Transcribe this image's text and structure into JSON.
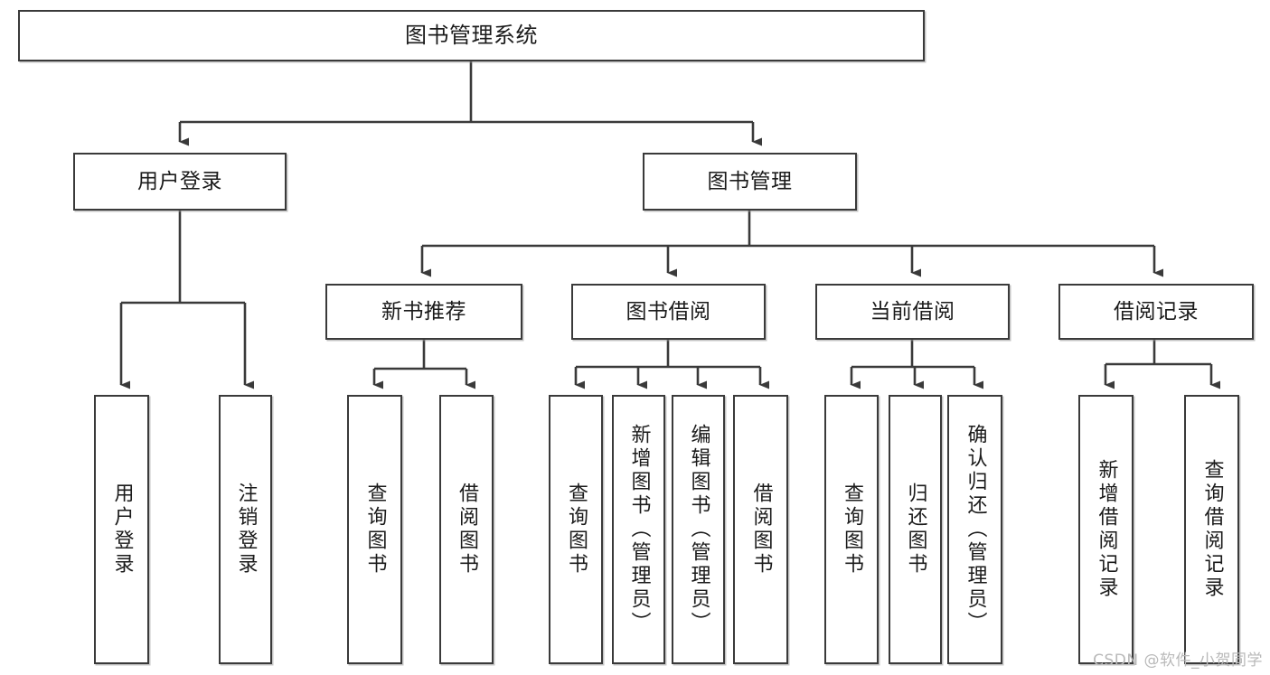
{
  "diagram": {
    "title": "图书管理系统",
    "type": "hierarchy-tree",
    "watermark": "CSDN @软件_小贺同学",
    "colors": {
      "box_border": "#3a3a3a",
      "box_fill": "#ffffff",
      "edge": "#3a3a3a",
      "text": "#1b1b1b",
      "watermark": "#b9b9b9"
    },
    "nodes": {
      "root": {
        "label": "图书管理系统",
        "level": 1
      },
      "login": {
        "label": "用户登录",
        "level": 2
      },
      "book_mgmt": {
        "label": "图书管理",
        "level": 2
      },
      "new_book_rec": {
        "label": "新书推荐",
        "level": 3
      },
      "book_borrow": {
        "label": "图书借阅",
        "level": 3
      },
      "current_borrow": {
        "label": "当前借阅",
        "level": 3
      },
      "borrow_record": {
        "label": "借阅记录",
        "level": 3
      }
    },
    "leaves": {
      "login_children": [
        {
          "label": "用户登录"
        },
        {
          "label": "注销登录"
        }
      ],
      "new_book_rec_children": [
        {
          "label": "查询图书"
        },
        {
          "label": "借阅图书"
        }
      ],
      "book_borrow_children": [
        {
          "label": "查询图书"
        },
        {
          "label": "新增图书（管理员）"
        },
        {
          "label": "编辑图书（管理员）"
        },
        {
          "label": "借阅图书"
        }
      ],
      "current_borrow_children": [
        {
          "label": "查询图书"
        },
        {
          "label": "归还图书"
        },
        {
          "label": "确认归还（管理员）"
        }
      ],
      "borrow_record_children": [
        {
          "label": "新增借阅记录"
        },
        {
          "label": "查询借阅记录"
        }
      ]
    }
  }
}
